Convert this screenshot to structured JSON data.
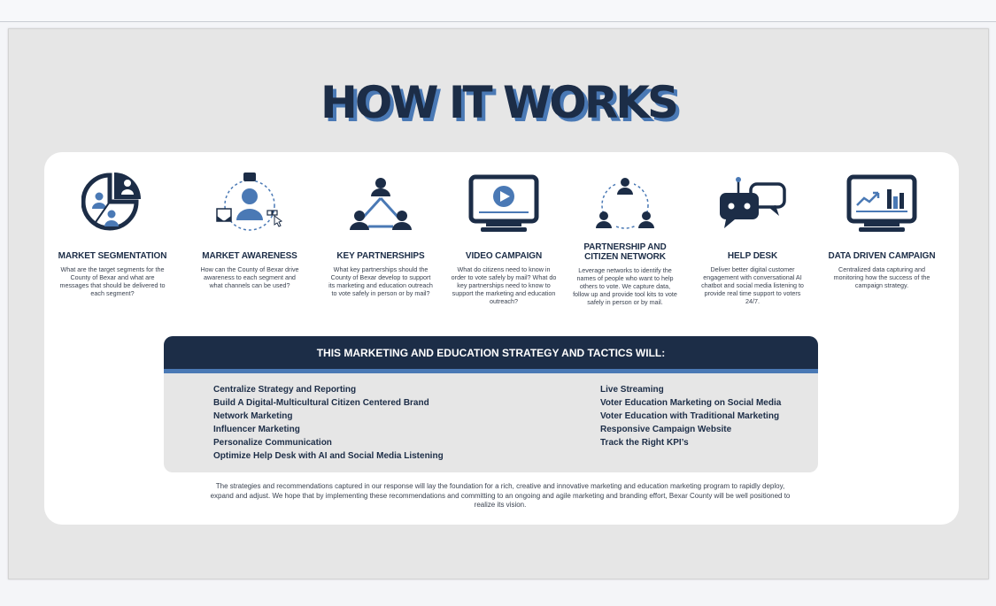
{
  "title": "HOW IT WORKS",
  "columns": [
    {
      "icon": "pie-chart-people-icon",
      "title": "MARKET SEGMENTATION",
      "desc": "What are the target segments for the County of Bexar and what are messages that should be delivered to each segment?"
    },
    {
      "icon": "person-broadcast-icon",
      "title": "MARKET AWARENESS",
      "desc": "How can the County of Bexar drive awareness to each segment and what channels can be used?"
    },
    {
      "icon": "people-triangle-network-icon",
      "title": "KEY PARTNERSHIPS",
      "desc": "What key partnerships should the County of Bexar develop to support its marketing and education outreach to vote safely in person or by mail?"
    },
    {
      "icon": "monitor-play-icon",
      "title": "VIDEO CAMPAIGN",
      "desc": "What do citizens need to know in order to vote safely by mail? What do key partnerships need to know to support the marketing and education outreach?"
    },
    {
      "icon": "people-circle-network-icon",
      "title_line1": "PARTNERSHIP AND",
      "title_line2": "CITIZEN NETWORK",
      "desc": "Leverage networks to identify the names of people who want to help others to vote. We capture data, follow up and provide tool kits to vote safely in person or by mail."
    },
    {
      "icon": "chatbot-bubbles-icon",
      "title": "HELP DESK",
      "desc": "Deliver better digital customer engagement with conversational AI chatbot and social media listening to provide real time support to voters 24/7."
    },
    {
      "icon": "analytics-monitor-icon",
      "title": "DATA DRIVEN CAMPAIGN",
      "desc": "Centralized data capturing and monitoring how the success of the campaign strategy."
    }
  ],
  "tactics": {
    "heading": "THIS MARKETING AND EDUCATION STRATEGY AND TACTICS WILL:",
    "left": [
      "Centralize Strategy and Reporting",
      "Build A Digital-Multicultural Citizen Centered Brand",
      "Network Marketing",
      "Influencer Marketing",
      "Personalize Communication",
      "Optimize Help Desk with AI and Social Media Listening"
    ],
    "right": [
      "Live Streaming",
      "Voter Education Marketing on Social Media",
      "Voter Education with Traditional Marketing",
      "Responsive Campaign Website",
      "Track the Right KPI’s"
    ]
  },
  "footer": "The strategies and recommendations captured in our response will lay the foundation for a rich, creative and innovative marketing and education marketing program to rapidly deploy, expand and adjust. We hope that by implementing these recommendations and committing to an ongoing and agile marketing and branding effort, Bexar County will be well positioned to realize its vision.",
  "colors": {
    "navy": "#1c2d47",
    "blue": "#4a79b5",
    "background": "#e6e6e6",
    "card": "#ffffff"
  }
}
